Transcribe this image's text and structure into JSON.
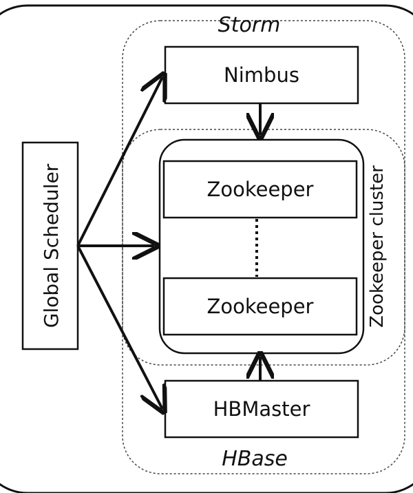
{
  "labels": {
    "storm": "Storm",
    "hbase": "HBase",
    "nimbus": "Nimbus",
    "zookeeper_top": "Zookeeper",
    "zookeeper_bottom": "Zookeeper",
    "hbmaster": "HBMaster",
    "global_scheduler": "Global Scheduler",
    "zookeeper_cluster": "Zookeeper cluster"
  },
  "colors": {
    "stroke": "#111111",
    "dashed": "#555555",
    "background": "#ffffff"
  }
}
